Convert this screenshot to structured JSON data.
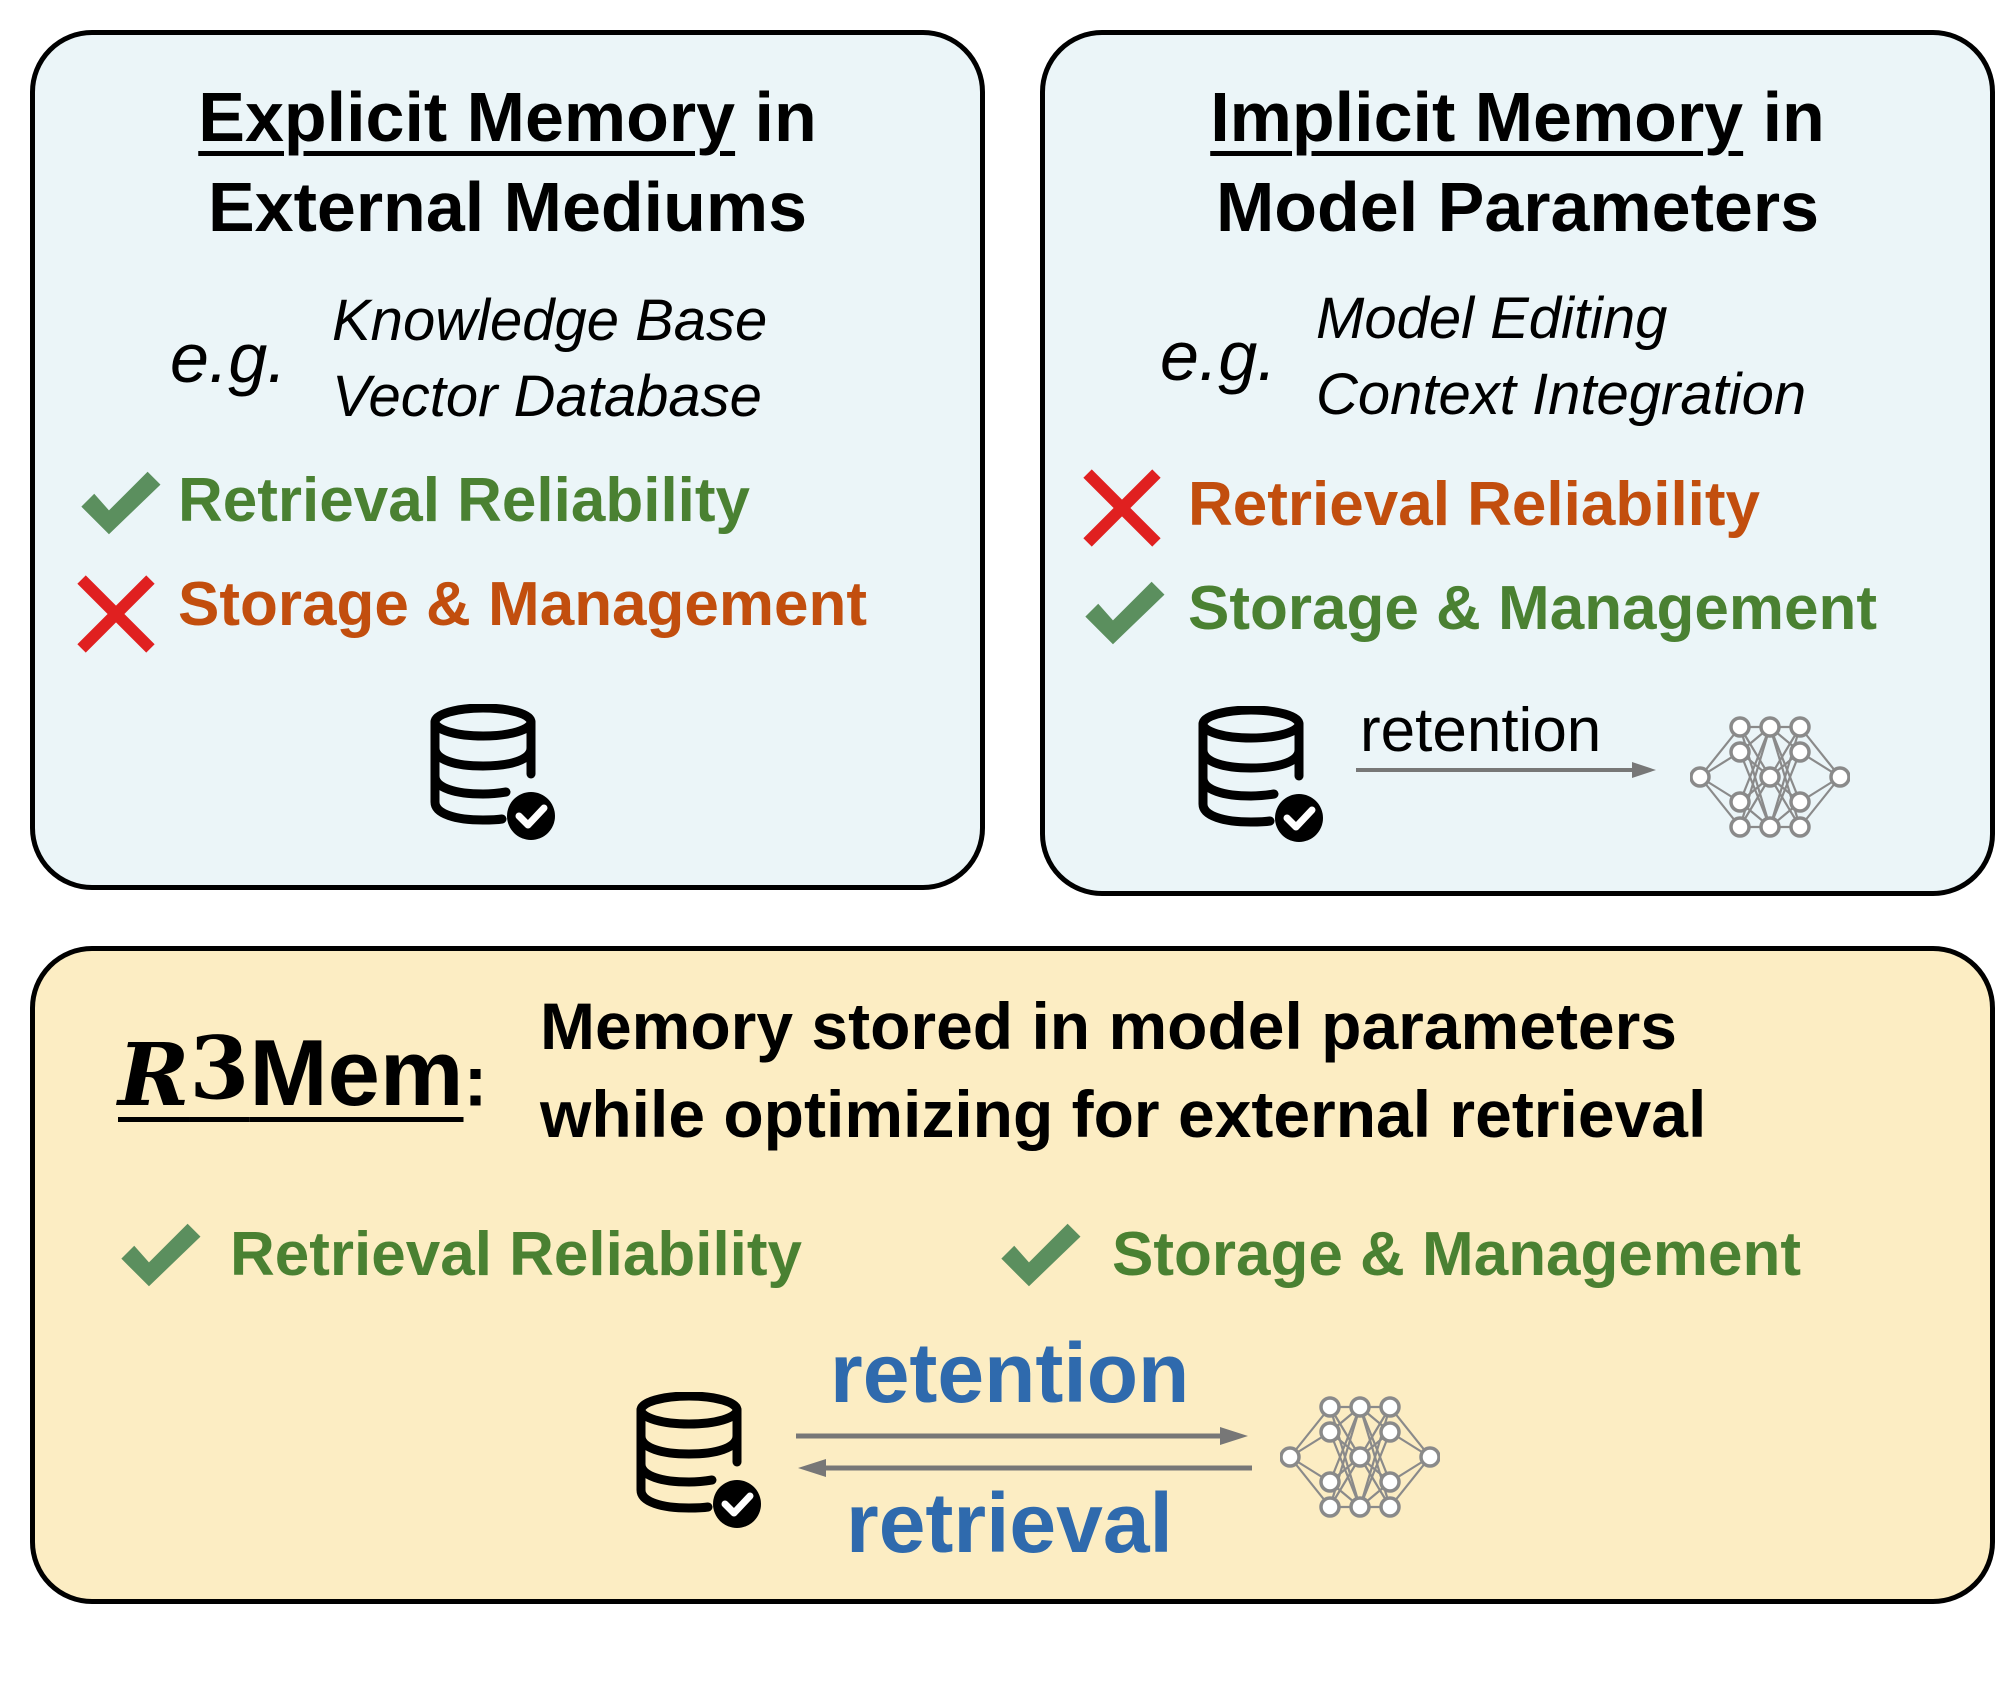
{
  "explicit": {
    "title_underlined": "Explicit Memory",
    "title_rest": " in",
    "title_line2": "External Mediums",
    "eg": "e.g.",
    "examples": [
      "Knowledge Base",
      "Vector Database"
    ],
    "props": [
      {
        "label": "Retrieval Reliability",
        "status": "good"
      },
      {
        "label": "Storage & Management",
        "status": "bad"
      }
    ]
  },
  "implicit": {
    "title_underlined": "Implicit Memory",
    "title_rest": " in",
    "title_line2": "Model Parameters",
    "eg": "e.g.",
    "examples": [
      "Model Editing",
      "Context Integration"
    ],
    "props": [
      {
        "label": "Retrieval Reliability",
        "status": "bad"
      },
      {
        "label": "Storage & Management",
        "status": "good"
      }
    ],
    "arrow_label": "retention"
  },
  "r3mem": {
    "name_letter": "R",
    "name_sup": "3",
    "name_rest": "Mem",
    "colon": ":",
    "desc_line1": "Memory stored in model parameters",
    "desc_line2": "while optimizing for external retrieval",
    "props": [
      {
        "label": "Retrieval Reliability",
        "status": "good"
      },
      {
        "label": "Storage & Management",
        "status": "good"
      }
    ],
    "forward_label": "retention",
    "backward_label": "retrieval"
  },
  "colors": {
    "good": "#4a8132",
    "bad": "#c24e0e",
    "check": "#5b8f5e",
    "cross": "#e02020",
    "accent_blue": "#2f6aad",
    "panel_blue": "#ebf5f8",
    "panel_yellow": "#fcedc3",
    "arrow": "#777777"
  },
  "icons": [
    "database-check-icon",
    "neural-network-icon",
    "check-icon",
    "cross-icon"
  ]
}
